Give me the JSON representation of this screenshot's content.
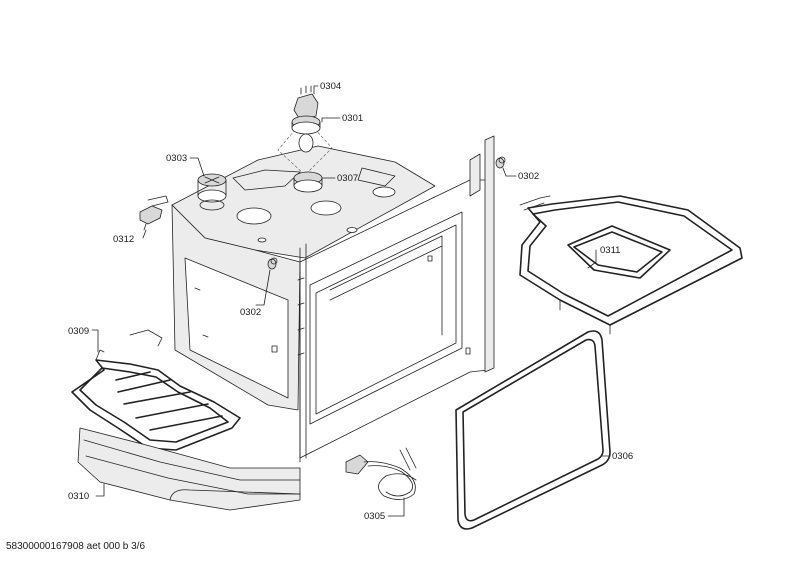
{
  "parts": [
    {
      "id": "p0304",
      "number": "0304"
    },
    {
      "id": "p0301",
      "number": "0301"
    },
    {
      "id": "p0303",
      "number": "0303"
    },
    {
      "id": "p0307",
      "number": "0307"
    },
    {
      "id": "p0302a",
      "number": "0302"
    },
    {
      "id": "p0312",
      "number": "0312"
    },
    {
      "id": "p0302b",
      "number": "0302"
    },
    {
      "id": "p0311",
      "number": "0311"
    },
    {
      "id": "p0309",
      "number": "0309"
    },
    {
      "id": "p0310",
      "number": "0310"
    },
    {
      "id": "p0305",
      "number": "0305"
    },
    {
      "id": "p0306",
      "number": "0306"
    }
  ],
  "footer": {
    "text": "58300000167908 aet 000 b 3/6"
  }
}
